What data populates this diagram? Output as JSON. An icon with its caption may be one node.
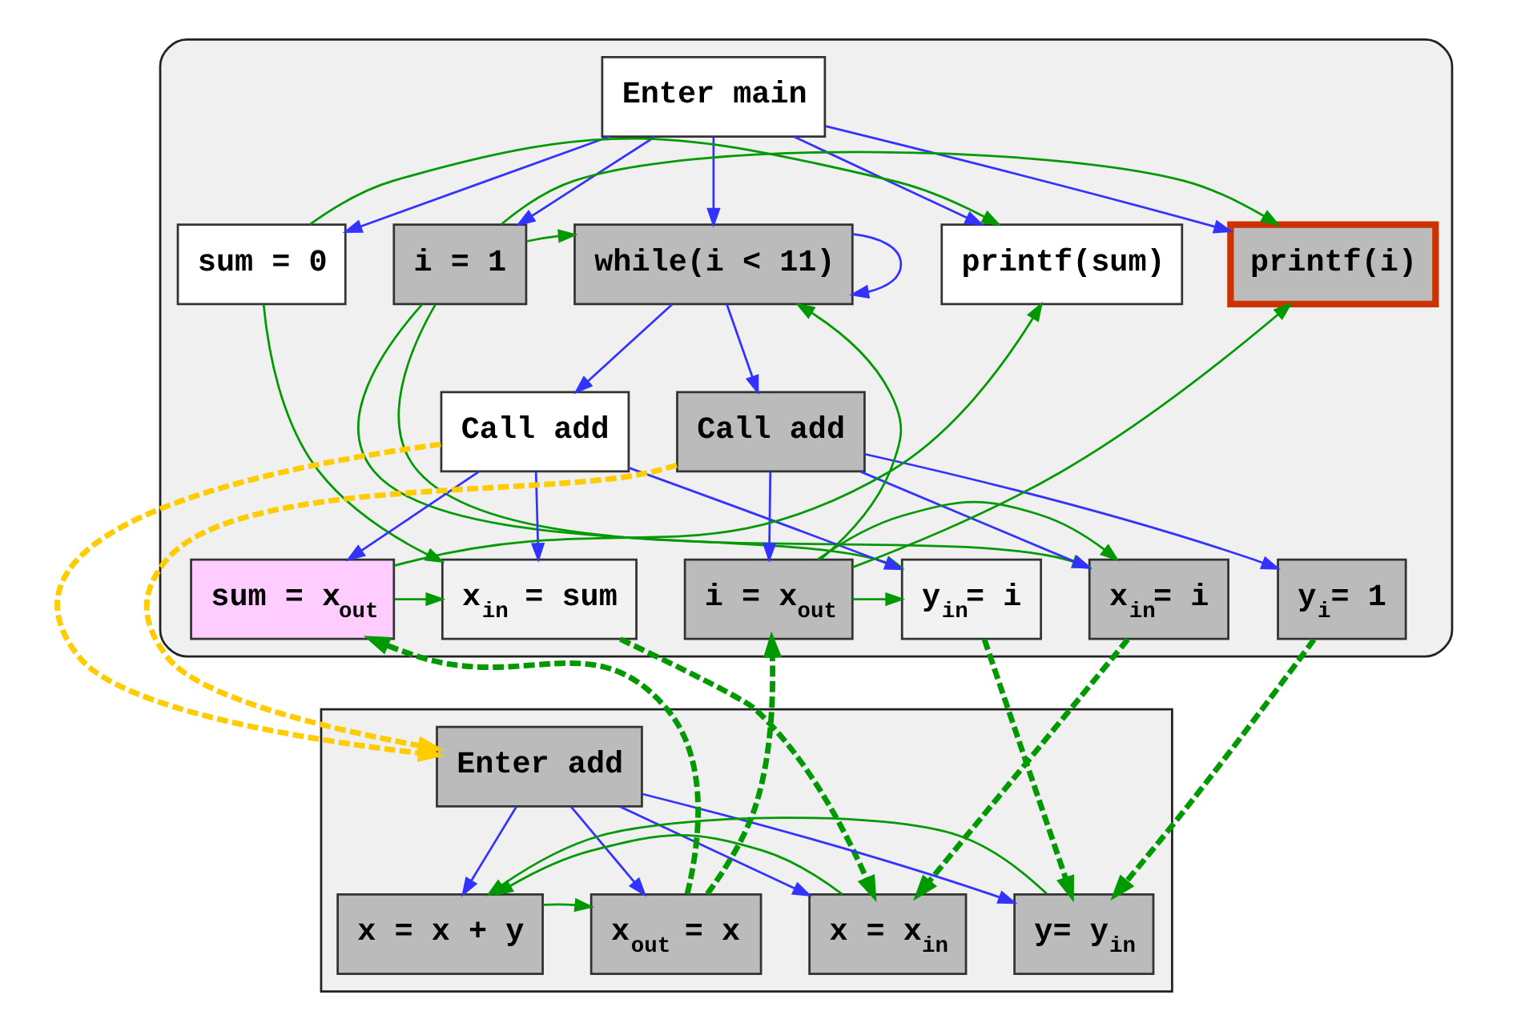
{
  "diagram": {
    "nodes": [
      {
        "text": [],
        "shape": "cloud"
      },
      {
        "text": [
          "Enter main"
        ],
        "in": 0
      },
      {
        "text": [
          "sum = 0"
        ],
        "in": 0
      },
      {
        "text": [
          "i = 1"
        ],
        "in": 0
      },
      {
        "text": [
          "while(i < 11)"
        ],
        "in": 0
      },
      {
        "text": [
          "printf(sum)"
        ],
        "in": 0
      },
      {
        "text": [
          "printf(i)"
        ],
        "in": 0
      },
      {
        "text": [
          "Call add"
        ],
        "in": 0
      },
      {
        "text": [
          "Call add"
        ],
        "in": 0
      },
      {
        "text": [
          "x$_{in}$ = sum"
        ],
        "in": 0
      },
      {
        "text": [
          "y$_{in}$= i"
        ],
        "in": 0
      },
      {
        "text": [
          "sum = x$_{out}$"
        ],
        "in": 0
      },
      {
        "text": [
          "x$_{in}$= i"
        ],
        "in": 0
      },
      {
        "text": [
          "y$_{i}$= 1"
        ],
        "in": 0
      },
      {
        "text": [
          "i = x$_{out}$"
        ],
        "in": 0
      },
      {
        "text": [],
        "shape": "ellipse"
      },
      {
        "text": [
          "Enter add"
        ],
        "in": 15
      },
      {
        "text": [
          "x = x$_{in}$"
        ],
        "in": 15
      },
      {
        "text": [
          "y= y$_{in}$"
        ],
        "in": 15
      },
      {
        "text": [
          "x = x + y"
        ],
        "in": 15
      },
      {
        "text": [
          "x$_{out}$ = x"
        ],
        "in": 15
      }
    ],
    "edges": [
      {
        "from": 1,
        "to": 2,
        "arrow": "to",
        "color": "#3333ff"
      },
      {
        "from": 1,
        "to": 3,
        "arrow": "to",
        "color": "#3333ff"
      },
      {
        "from": 1,
        "to": 4,
        "arrow": "to",
        "color": "#3333ff"
      },
      {
        "from": 1,
        "to": 5,
        "arrow": "to",
        "color": "#3333ff"
      },
      {
        "from": 1,
        "to": 6,
        "arrow": "to",
        "color": "#3333ff"
      },
      {
        "from": 4,
        "to": 4,
        "arrow": "to",
        "color": "#3333ff"
      },
      {
        "from": 4,
        "to": 7,
        "arrow": "to",
        "color": "#3333ff"
      },
      {
        "from": 4,
        "to": 8,
        "arrow": "to",
        "color": "#3333ff"
      },
      {
        "from": 7,
        "to": 9,
        "arrow": "to",
        "color": "#3333ff"
      },
      {
        "from": 7,
        "to": 10,
        "arrow": "to",
        "color": "#3333ff"
      },
      {
        "from": 7,
        "to": 11,
        "arrow": "to",
        "color": "#3333ff"
      },
      {
        "from": 8,
        "to": 12,
        "arrow": "to",
        "color": "#3333ff"
      },
      {
        "from": 8,
        "to": 13,
        "arrow": "to",
        "color": "#3333ff"
      },
      {
        "from": 8,
        "to": 14,
        "arrow": "to",
        "color": "#3333ff"
      },
      {
        "from": 16,
        "to": 17,
        "arrow": "to",
        "color": "#3333ff"
      },
      {
        "from": 16,
        "to": 18,
        "arrow": "to",
        "color": "#3333ff"
      },
      {
        "from": 16,
        "to": 19,
        "arrow": "to",
        "color": "#3333ff"
      },
      {
        "from": 16,
        "to": 20,
        "arrow": "to",
        "color": "#3333ff"
      },
      {
        "from": 3,
        "to": 4,
        "arrow": "to",
        "color": "#009900"
      },
      {
        "from": 2,
        "to": 9,
        "arrow": "to",
        "color": "#009900"
      },
      {
        "from": 2,
        "to": 5,
        "arrow": "to",
        "color": "#009900"
      },
      {
        "from": 3,
        "to": 6,
        "arrow": "to",
        "color": "#009900"
      },
      {
        "from": 3,
        "to": 10,
        "arrow": "to",
        "color": "#009900"
      },
      {
        "from": 3,
        "to": 12,
        "arrow": "to",
        "color": "#009900"
      },
      {
        "from": 11,
        "to": 5,
        "arrow": "to",
        "color": "#009900"
      },
      {
        "from": 14,
        "to": 6,
        "arrow": "to",
        "color": "#009900"
      },
      {
        "from": 14,
        "to": 4,
        "arrow": "to",
        "color": "#009900"
      },
      {
        "from": 14,
        "to": 10,
        "arrow": "to",
        "color": "#009900"
      },
      {
        "from": 11,
        "to": 9,
        "arrow": "to",
        "color": "#009900"
      },
      {
        "from": 14,
        "to": 12,
        "arrow": "to",
        "color": "#009900"
      },
      {
        "from": 17,
        "to": 19,
        "arrow": "to",
        "color": "#009900"
      },
      {
        "from": 18,
        "to": 19,
        "arrow": "to",
        "color": "#009900"
      },
      {
        "from": 19,
        "to": 20,
        "arrow": "to",
        "color": "#009900"
      },
      {
        "from": 9,
        "to": 17,
        "arrow": "to",
        "style": "dashed",
        "color": "#009900"
      },
      {
        "from": 10,
        "to": 18,
        "arrow": "to",
        "style": "dashed",
        "color": "#009900"
      },
      {
        "from": 12,
        "to": 17,
        "arrow": "to",
        "style": "dashed",
        "color": "#009900"
      },
      {
        "from": 13,
        "to": 18,
        "arrow": "to",
        "style": "dashed",
        "color": "#009900"
      },
      {
        "from": 20,
        "to": 11,
        "arrow": "to",
        "style": "dashed",
        "color": "#009900"
      },
      {
        "from": 20,
        "to": 14,
        "arrow": "to",
        "style": "dashed",
        "color": "#009900"
      },
      {
        "from": 7,
        "to": 16,
        "arrow": "to",
        "style": "dashed",
        "color": "#ffcc00"
      },
      {
        "from": 8,
        "to": 16,
        "arrow": "to",
        "style": "dashed",
        "color": "#ffcc00"
      }
    ]
  }
}
